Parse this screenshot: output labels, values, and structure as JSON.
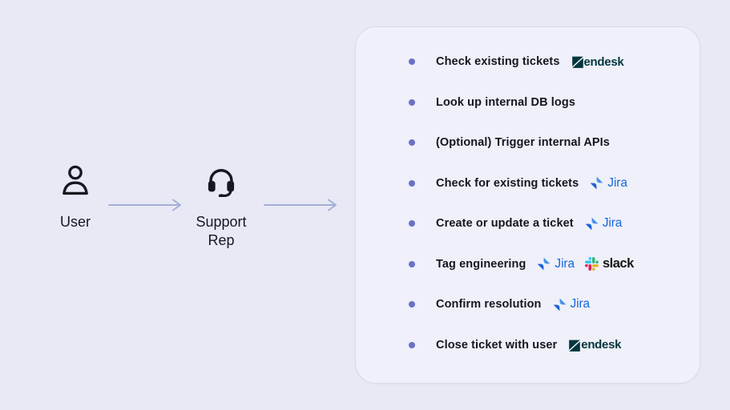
{
  "flow": {
    "nodes": [
      {
        "id": "user",
        "label": "User",
        "icon": "user-icon"
      },
      {
        "id": "support-rep",
        "label": "Support Rep",
        "icon": "headset-icon"
      }
    ]
  },
  "panel": {
    "items": [
      {
        "text": "Check existing tickets",
        "logos": [
          "zendesk"
        ]
      },
      {
        "text": "Look up internal DB logs",
        "logos": []
      },
      {
        "text": "(Optional) Trigger internal APIs",
        "logos": []
      },
      {
        "text": "Check for existing tickets",
        "logos": [
          "jira"
        ]
      },
      {
        "text": "Create or update a ticket",
        "logos": [
          "jira"
        ]
      },
      {
        "text": "Tag engineering",
        "logos": [
          "jira",
          "slack"
        ]
      },
      {
        "text": "Confirm resolution",
        "logos": [
          "jira"
        ]
      },
      {
        "text": "Close ticket with user",
        "logos": [
          "zendesk"
        ]
      }
    ],
    "bullet_color": "#6b71c8"
  },
  "logos": {
    "zendesk": {
      "name": "Zendesk",
      "wordmark_suffix": "endesk",
      "color": "#03363d"
    },
    "jira": {
      "name": "Jira",
      "text": "Jira",
      "text_color": "#1868db",
      "mark_light": "#4794EC",
      "mark_dark": "#1c63d4"
    },
    "slack": {
      "name": "Slack",
      "text": "slack",
      "text_color": "#161616",
      "colors": {
        "blue": "#36C5F0",
        "green": "#2EB67D",
        "red": "#E01E5A",
        "yellow": "#ECB22E"
      }
    }
  },
  "colors": {
    "background": "#e8e9f5",
    "panel_fill": "#eff0f9",
    "panel_border": "#d9dbe9",
    "arrow": "#a6aed8",
    "text": "#15161f",
    "icon": "#17171f"
  }
}
